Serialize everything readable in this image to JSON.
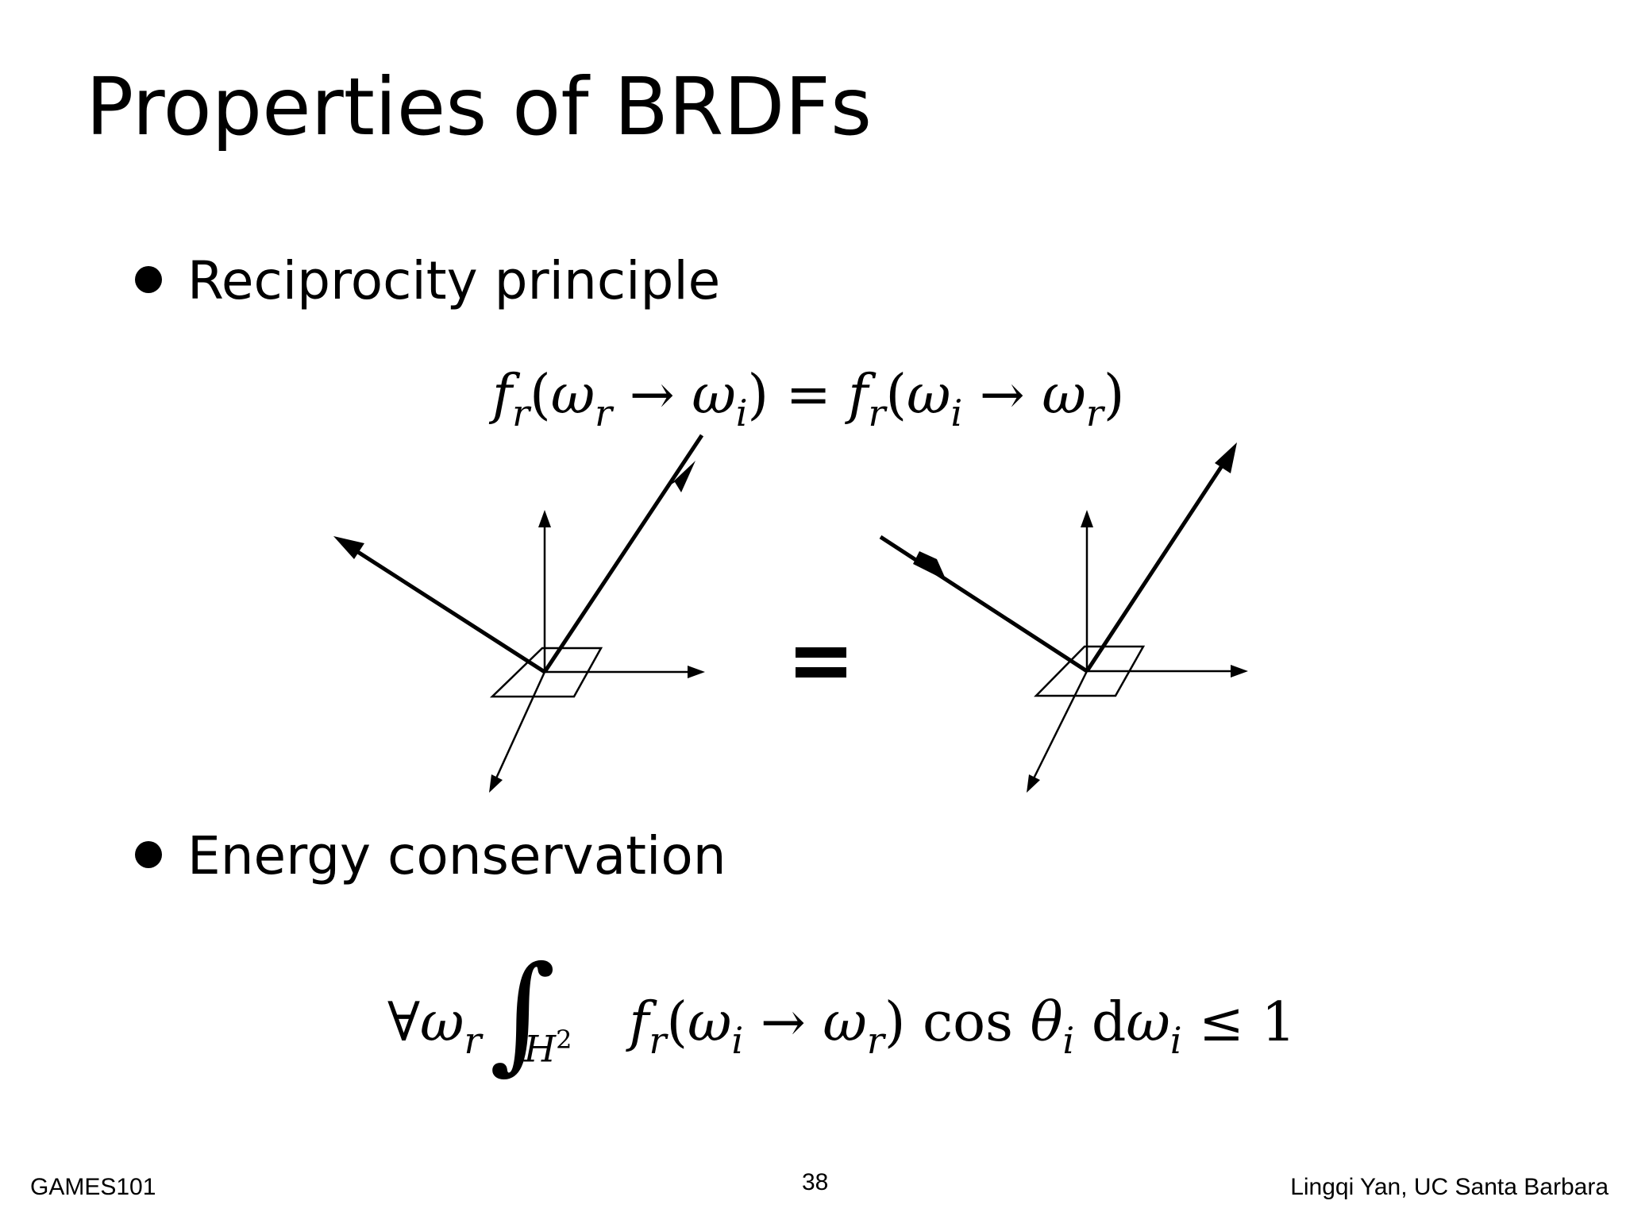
{
  "slide": {
    "title": "Properties of BRDFs",
    "bullets": [
      {
        "text": "Reciprocity principle"
      },
      {
        "text": "Energy conservation"
      }
    ]
  },
  "equations": {
    "reciprocity": "f_r(ω_r → ω_i) = f_r(ω_i → ω_r)",
    "energy": "∀ω_r ∫_{H²} f_r(ω_i → ω_r) cos θ_i dω_i ≤ 1"
  },
  "diagram": {
    "equals_sign": "="
  },
  "footer": {
    "left": "GAMES101",
    "page_number": "38",
    "right": "Lingqi Yan, UC Santa Barbara"
  }
}
